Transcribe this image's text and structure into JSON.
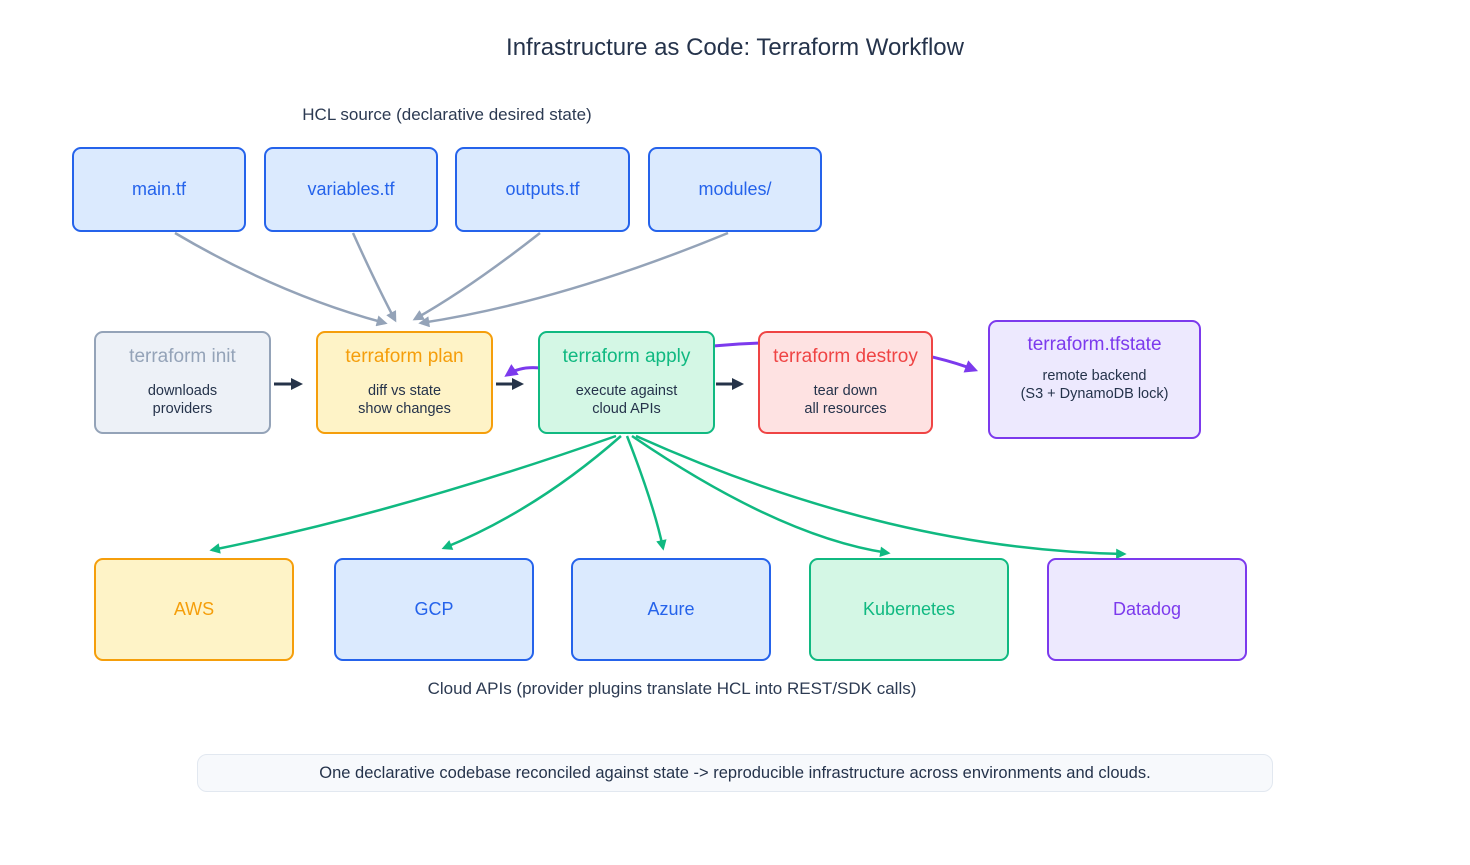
{
  "title": "Infrastructure as Code: Terraform Workflow",
  "hcl_section": {
    "label": "HCL source (declarative desired state)",
    "files": [
      {
        "label": "main.tf"
      },
      {
        "label": "variables.tf"
      },
      {
        "label": "outputs.tf"
      },
      {
        "label": "modules/"
      }
    ]
  },
  "pipeline": {
    "init": {
      "title": "terraform init",
      "subtitle_line1": "downloads",
      "subtitle_line2": "providers"
    },
    "plan": {
      "title": "terraform plan",
      "subtitle_line1": "diff vs state",
      "subtitle_line2": "show changes"
    },
    "apply": {
      "title": "terraform apply",
      "subtitle_line1": "execute against",
      "subtitle_line2": "cloud APIs"
    },
    "destroy": {
      "title": "terraform destroy",
      "subtitle_line1": "tear down",
      "subtitle_line2": "all resources"
    },
    "state": {
      "title": "terraform.tfstate",
      "subtitle_line1": "remote backend",
      "subtitle_line2": "(S3 + DynamoDB lock)"
    }
  },
  "providers_section": {
    "label": "Cloud APIs (provider plugins translate HCL into REST/SDK calls)",
    "providers": [
      {
        "label": "AWS"
      },
      {
        "label": "GCP"
      },
      {
        "label": "Azure"
      },
      {
        "label": "Kubernetes"
      },
      {
        "label": "Datadog"
      }
    ]
  },
  "summary": "One declarative codebase reconciled against state -> reproducible infrastructure across environments and clouds.",
  "edges": [
    {
      "from": "main.tf",
      "to": "terraform plan",
      "color": "#94a3b8"
    },
    {
      "from": "variables.tf",
      "to": "terraform plan",
      "color": "#94a3b8"
    },
    {
      "from": "outputs.tf",
      "to": "terraform plan",
      "color": "#94a3b8"
    },
    {
      "from": "modules/",
      "to": "terraform plan",
      "color": "#94a3b8"
    },
    {
      "from": "terraform init",
      "to": "terraform plan",
      "color": "#253349"
    },
    {
      "from": "terraform plan",
      "to": "terraform apply",
      "color": "#253349"
    },
    {
      "from": "terraform apply",
      "to": "terraform plan",
      "color": "#7c3aed"
    },
    {
      "from": "terraform apply",
      "to": "terraform destroy",
      "color": "#253349"
    },
    {
      "from": "terraform apply",
      "to": "terraform.tfstate",
      "color": "#7c3aed"
    },
    {
      "from": "terraform apply",
      "to": "AWS",
      "color": "#10b981"
    },
    {
      "from": "terraform apply",
      "to": "GCP",
      "color": "#10b981"
    },
    {
      "from": "terraform apply",
      "to": "Azure",
      "color": "#10b981"
    },
    {
      "from": "terraform apply",
      "to": "Kubernetes",
      "color": "#10b981"
    },
    {
      "from": "terraform apply",
      "to": "Datadog",
      "color": "#10b981"
    }
  ],
  "colors": {
    "blue": "#2563eb",
    "blue_fill": "#dbeafe",
    "gray": "#94a3b8",
    "gray_fill": "#edf1f7",
    "amber": "#f59e0b",
    "amber_fill": "#fef3c7",
    "green": "#10b981",
    "green_fill": "#d4f7e5",
    "red": "#ef4444",
    "red_fill": "#fee2e2",
    "purple": "#7c3aed",
    "purple_fill": "#ede9fe",
    "dark_text": "#25334b"
  }
}
